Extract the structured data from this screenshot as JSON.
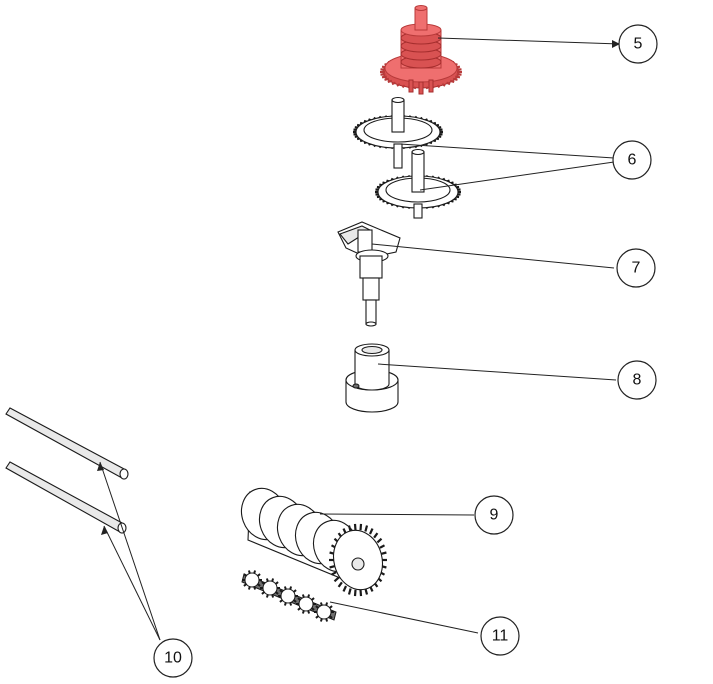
{
  "callouts": [
    {
      "label": "5"
    },
    {
      "label": "6"
    },
    {
      "label": "7"
    },
    {
      "label": "8"
    },
    {
      "label": "9"
    },
    {
      "label": "10"
    },
    {
      "label": "11"
    }
  ],
  "colors": {
    "highlight_part": "#ef6f6f",
    "line": "#1a1a1a",
    "background": "#ffffff"
  }
}
